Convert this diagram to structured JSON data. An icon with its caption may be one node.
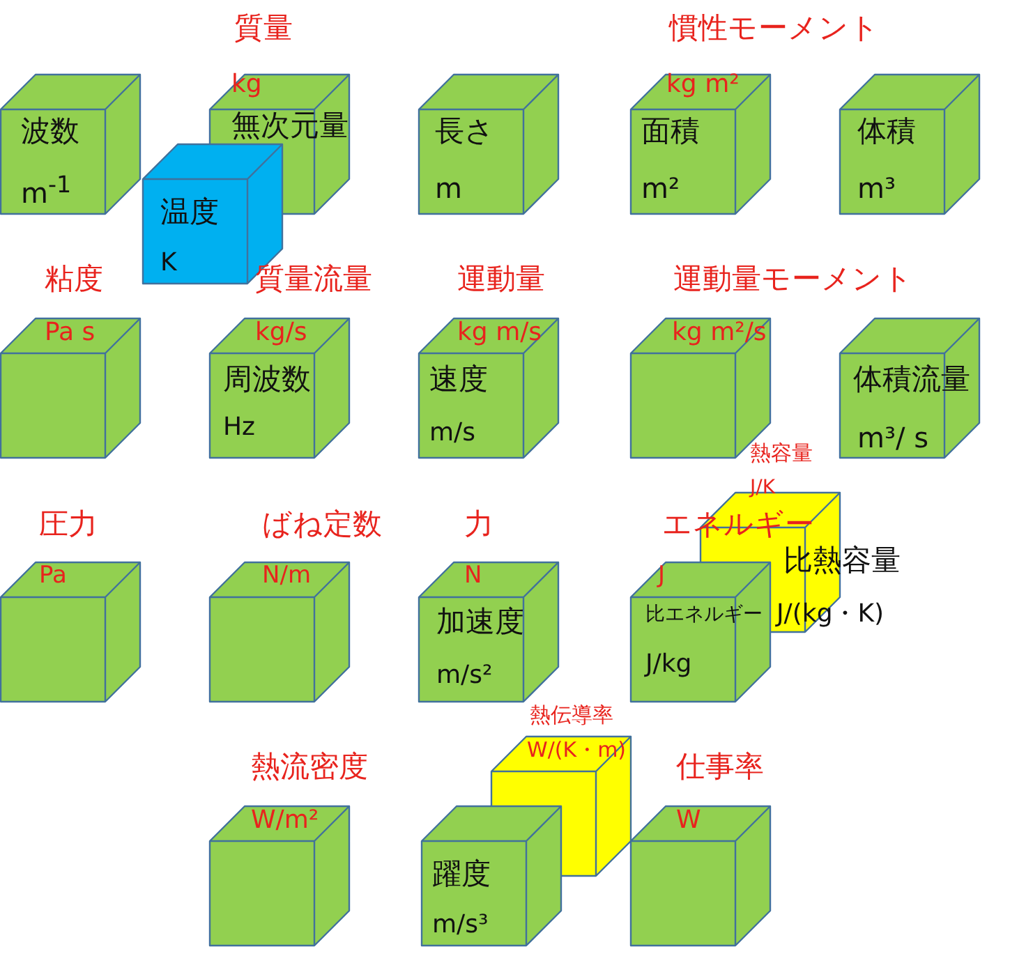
{
  "diagram": {
    "nodes": [
      {
        "text": [
          "波数",
          "m$^{-1}$"
        ]
      },
      {
        "text": [
          "質量",
          "kg",
          "無次元量"
        ]
      },
      {
        "text": [
          "温度",
          "K"
        ]
      },
      {
        "text": [
          "長さ",
          "m"
        ]
      },
      {
        "text": [
          "慣性モーメント",
          "kg m²",
          "面積",
          "m²"
        ]
      },
      {
        "text": [
          "体積",
          "m³"
        ]
      },
      {
        "text": [
          "粘度",
          "Pa s"
        ]
      },
      {
        "text": [
          "質量流量",
          "kg/s",
          "周波数",
          "Hz"
        ]
      },
      {
        "text": [
          "運動量",
          "kg m/s",
          "速度",
          "m/s"
        ]
      },
      {
        "text": [
          "運動量モーメント",
          "kg m²/s"
        ]
      },
      {
        "text": [
          "体積流量",
          "m³/ s"
        ]
      },
      {
        "text": [
          "熱容量",
          "J/K",
          "比熱容量",
          "J/(kg・K)"
        ]
      },
      {
        "text": [
          "圧力",
          "Pa"
        ]
      },
      {
        "text": [
          "ばね定数",
          "N/m"
        ]
      },
      {
        "text": [
          "力",
          "N",
          "加速度",
          "m/s²"
        ]
      },
      {
        "text": [
          "エネルギー",
          "J",
          "比エネルギー",
          "J/kg"
        ]
      },
      {
        "text": [
          "熱流密度",
          "W/m²"
        ]
      },
      {
        "text": [
          "熱伝導率",
          "W/(K・m)"
        ]
      },
      {
        "text": [
          "躍度",
          "m/s³"
        ]
      },
      {
        "text": [
          "仕事率",
          "W"
        ]
      }
    ]
  }
}
